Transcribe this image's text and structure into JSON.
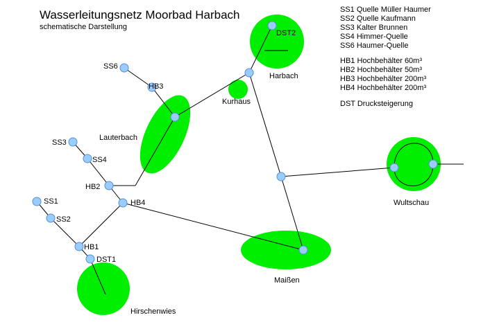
{
  "diagram": {
    "title": "Wasserleitungsnetz Moorbad Harbach",
    "subtitle": "schematische Darstellung",
    "colors": {
      "area_fill": "#00ee00",
      "node_fill": "#99ccff",
      "node_stroke": "#5a8fcf",
      "pipe": "#000000"
    },
    "nodes": {
      "ss1": "SS1",
      "ss2": "SS2",
      "ss3": "SS3",
      "ss4": "SS4",
      "ss6": "SS6",
      "hb1": "HB1",
      "hb2": "HB2",
      "hb3": "HB3",
      "hb4": "HB4",
      "dst1": "DST1",
      "dst2": "DST2"
    },
    "areas": {
      "harbach": "Harbach",
      "kurhaus": "Kurhaus",
      "lauterbach": "Lauterbach",
      "wultschau": "Wultschau",
      "maissen": "Maißen",
      "hirschenwies": "Hirschenwies"
    },
    "legend": {
      "sources": [
        "SS1 Quelle Müller Haumer",
        "SS2 Quelle Kaufmann",
        "SS3 Kalter Brunnen",
        "SS4 Himmer-Quelle",
        "SS6 Haumer-Quelle"
      ],
      "tanks": [
        "HB1 Hochbehälter 60m³",
        "HB2 Hochbehälter 50m³",
        "HB3 Hochbehälter 200m³",
        "HB4 Hochbehälter 200m³"
      ],
      "pressure": "DST Drucksteigerung"
    }
  }
}
